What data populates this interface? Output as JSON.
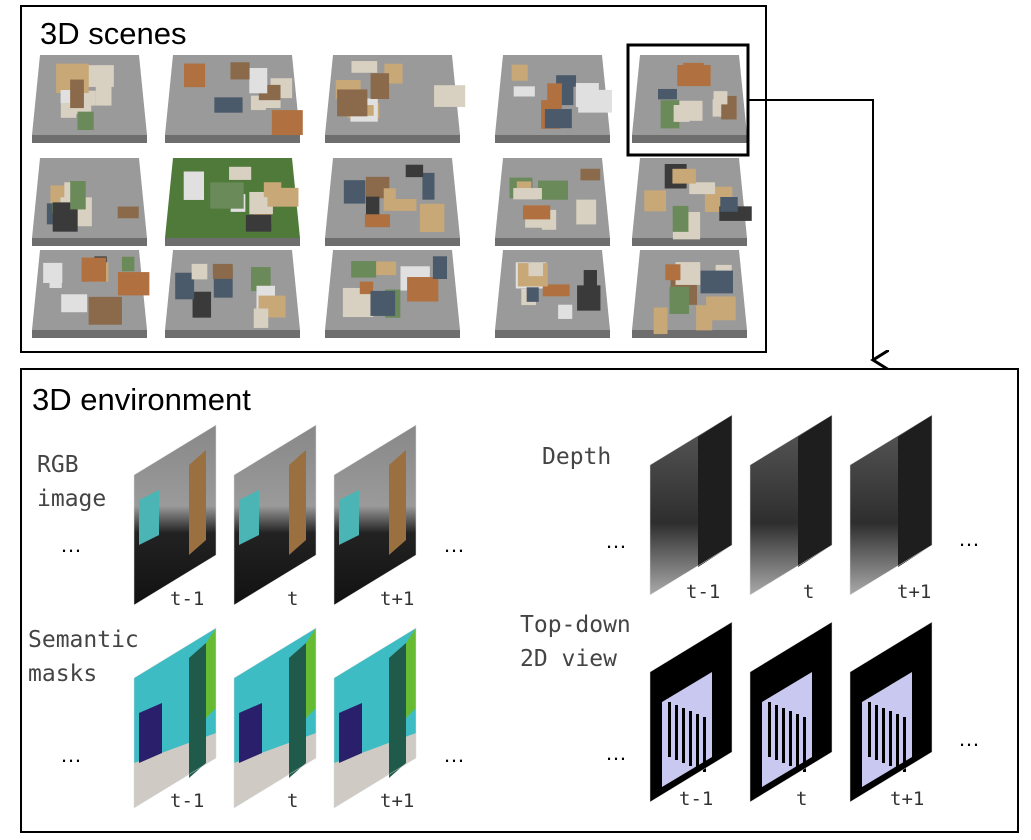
{
  "scenes": {
    "title": "3D scenes",
    "count": 15,
    "highlighted_index": 4
  },
  "environment": {
    "title": "3D environment",
    "rgb": {
      "label_line1": "RGB",
      "label_line2": "image",
      "frames": [
        "t-1",
        "t",
        "t+1"
      ]
    },
    "depth": {
      "label": "Depth",
      "frames": [
        "t-1",
        "t",
        "t+1"
      ]
    },
    "semantic": {
      "label_line1": "Semantic",
      "label_line2": "masks",
      "frames": [
        "t-1",
        "t",
        "t+1"
      ]
    },
    "topdown": {
      "label_line1": "Top-down",
      "label_line2": "2D view",
      "frames": [
        "t-1",
        "t",
        "t+1"
      ]
    },
    "ellipsis": "…"
  }
}
